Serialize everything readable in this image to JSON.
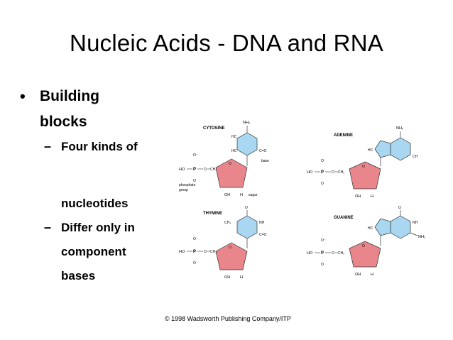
{
  "slide": {
    "title": "Nucleic Acids - DNA and RNA",
    "bullets": {
      "level1_marker": "•",
      "level1_text": "Building",
      "level1_cont": "blocks",
      "dash": "–",
      "sub1_line1": "Four kinds of",
      "sub1_line2": "nucleotides",
      "sub2_line1": "Differ only in",
      "sub2_line2": "component",
      "sub2_line3": "bases"
    }
  },
  "figure": {
    "labels": {
      "cytosine": "CYTOSINE",
      "adenine": "ADENINE",
      "thymine": "THYMINE",
      "guanine": "GUANINE",
      "base": "base",
      "sugar": "sugar",
      "phosphate_group_line1": "phosphate",
      "phosphate_group_line2": "group",
      "nh2": "NH₂",
      "ho": "HO",
      "p": "P",
      "o": "O",
      "o_minus": "O⁻",
      "ch2": "CH₂",
      "oh": "OH",
      "h": "H",
      "ch3": "CH₃",
      "nh": "NH"
    },
    "colors": {
      "base_fill": "#a9d6f0",
      "sugar_fill": "#e8868c",
      "line": "#333333"
    }
  },
  "copyright": "© 1998 Wadsworth Publishing Company/ITP"
}
